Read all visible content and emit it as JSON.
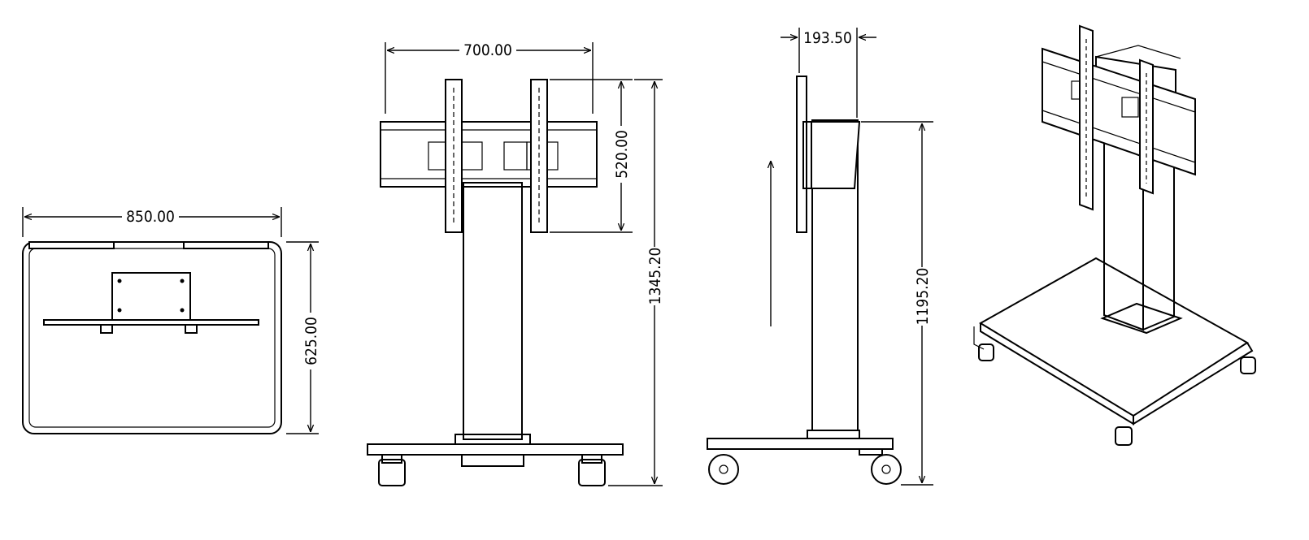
{
  "dimensions": {
    "top_width": "850.00",
    "top_depth": "625.00",
    "front_bracket_width": "700.00",
    "front_bracket_height": "520.00",
    "front_total_height": "1345.20",
    "side_offset": "193.50",
    "side_height": "1195.20"
  },
  "colors": {
    "line": "#000000",
    "background": "#ffffff"
  }
}
